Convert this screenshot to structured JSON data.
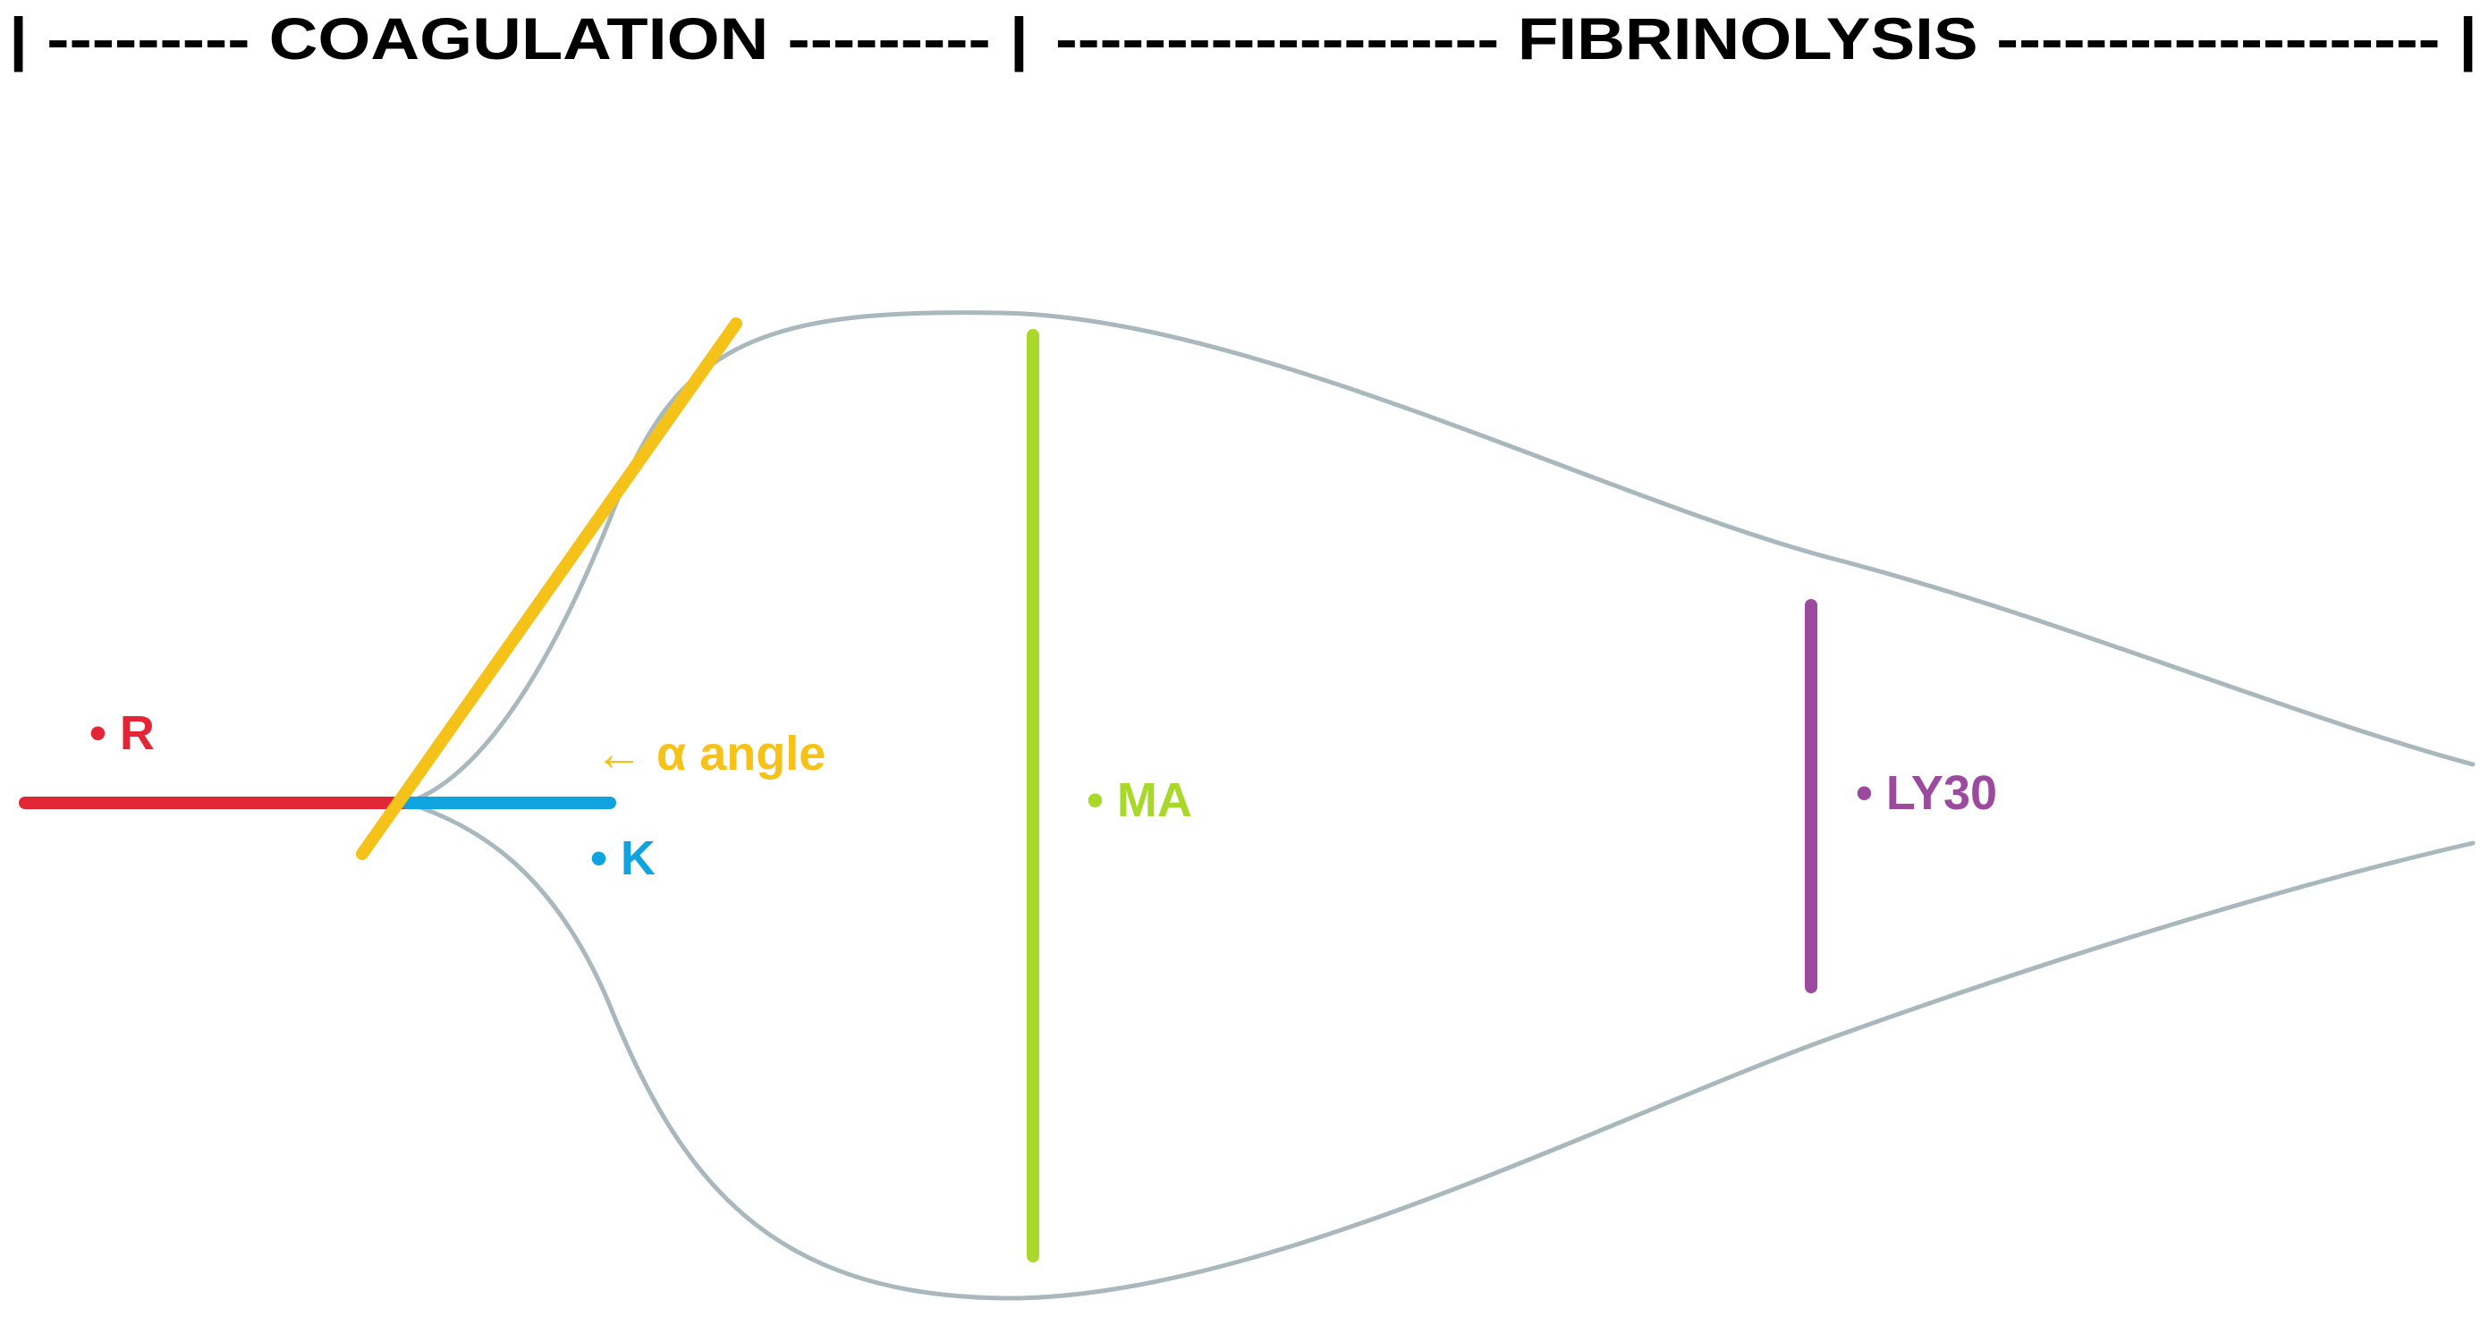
{
  "header": {
    "coagulation": "| --------- COAGULATION --------- |",
    "fibrinolysis": "-------------------- FIBRINOLYSIS -------------------- |"
  },
  "labels": {
    "r": {
      "text": "• R",
      "color": "#e32636"
    },
    "alpha": {
      "text": "← α angle",
      "color": "#f5c21a"
    },
    "k": {
      "text": "• K",
      "color": "#0fa3e0"
    },
    "ma": {
      "text": "• MA",
      "color": "#a8d82a"
    },
    "ly30": {
      "text": "• LY30",
      "color": "#9c4a9e"
    }
  },
  "colors": {
    "curve": "#a9b8bd",
    "r_line": "#e32636",
    "k_line": "#0fa3e0",
    "alpha_line": "#f5c21a",
    "ma_line": "#a8d82a",
    "ly30_line": "#9c4a9e"
  }
}
